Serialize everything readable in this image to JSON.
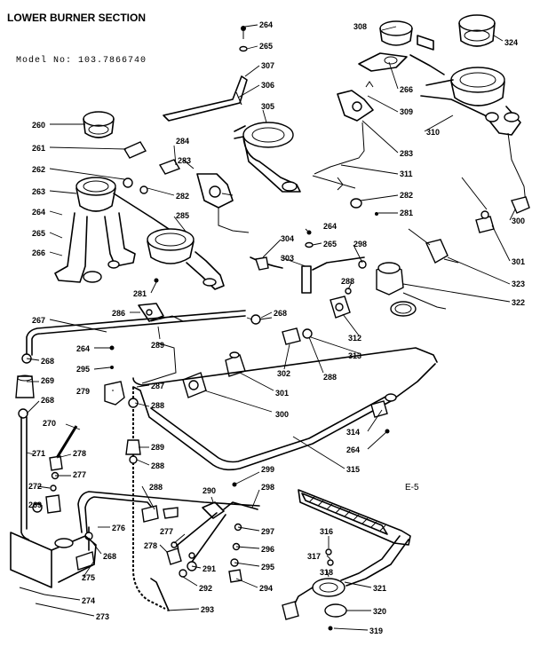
{
  "header": {
    "title": "LOWER BURNER SECTION",
    "model": "Model No: 103.7866740"
  },
  "page_code": "E-5",
  "callouts": [
    {
      "id": "c264a",
      "text": "264"
    },
    {
      "id": "c265a",
      "text": "265"
    },
    {
      "id": "c307",
      "text": "307"
    },
    {
      "id": "c306",
      "text": "306"
    },
    {
      "id": "c305",
      "text": "305"
    },
    {
      "id": "c308",
      "text": "308"
    },
    {
      "id": "c324",
      "text": "324"
    },
    {
      "id": "c266a",
      "text": "266"
    },
    {
      "id": "c309",
      "text": "309"
    },
    {
      "id": "c310",
      "text": "310"
    },
    {
      "id": "c283a",
      "text": "283"
    },
    {
      "id": "c311",
      "text": "311"
    },
    {
      "id": "c282a",
      "text": "282"
    },
    {
      "id": "c281a",
      "text": "281"
    },
    {
      "id": "c300a",
      "text": "300"
    },
    {
      "id": "c301a",
      "text": "301"
    },
    {
      "id": "c323",
      "text": "323"
    },
    {
      "id": "c322",
      "text": "322"
    },
    {
      "id": "c260",
      "text": "260"
    },
    {
      "id": "c261",
      "text": "261"
    },
    {
      "id": "c262",
      "text": "262"
    },
    {
      "id": "c263",
      "text": "263"
    },
    {
      "id": "c264b",
      "text": "264"
    },
    {
      "id": "c265b",
      "text": "265"
    },
    {
      "id": "c266b",
      "text": "266"
    },
    {
      "id": "c282b",
      "text": "282"
    },
    {
      "id": "c283b",
      "text": "283"
    },
    {
      "id": "c284",
      "text": "284"
    },
    {
      "id": "c285",
      "text": "285"
    },
    {
      "id": "c264c",
      "text": "264"
    },
    {
      "id": "c265c",
      "text": "265"
    },
    {
      "id": "c304",
      "text": "304"
    },
    {
      "id": "c303",
      "text": "303"
    },
    {
      "id": "c298a",
      "text": "298"
    },
    {
      "id": "c288a",
      "text": "288"
    },
    {
      "id": "c281b",
      "text": "281"
    },
    {
      "id": "c286",
      "text": "286"
    },
    {
      "id": "c267",
      "text": "267"
    },
    {
      "id": "c289a",
      "text": "289"
    },
    {
      "id": "c268a",
      "text": "268"
    },
    {
      "id": "c312",
      "text": "312"
    },
    {
      "id": "c313",
      "text": "313"
    },
    {
      "id": "c288b",
      "text": "288"
    },
    {
      "id": "c302",
      "text": "302"
    },
    {
      "id": "c301b",
      "text": "301"
    },
    {
      "id": "c300b",
      "text": "300"
    },
    {
      "id": "c264d",
      "text": "264"
    },
    {
      "id": "c268b",
      "text": "268"
    },
    {
      "id": "c295",
      "text": "295"
    },
    {
      "id": "c269",
      "text": "269"
    },
    {
      "id": "c279",
      "text": "279"
    },
    {
      "id": "c287",
      "text": "287"
    },
    {
      "id": "c268c",
      "text": "268"
    },
    {
      "id": "c288c",
      "text": "288"
    },
    {
      "id": "c270",
      "text": "270"
    },
    {
      "id": "c289b",
      "text": "289"
    },
    {
      "id": "c288d",
      "text": "288"
    },
    {
      "id": "c314",
      "text": "314"
    },
    {
      "id": "c264e",
      "text": "264"
    },
    {
      "id": "c315",
      "text": "315"
    },
    {
      "id": "c271",
      "text": "271"
    },
    {
      "id": "c278a",
      "text": "278"
    },
    {
      "id": "c277a",
      "text": "277"
    },
    {
      "id": "c272",
      "text": "272"
    },
    {
      "id": "c269b",
      "text": "269"
    },
    {
      "id": "c299",
      "text": "299"
    },
    {
      "id": "c288e",
      "text": "288"
    },
    {
      "id": "c290",
      "text": "290"
    },
    {
      "id": "c298b",
      "text": "298"
    },
    {
      "id": "c276",
      "text": "276"
    },
    {
      "id": "c268d",
      "text": "268"
    },
    {
      "id": "c297",
      "text": "297"
    },
    {
      "id": "c277b",
      "text": "277"
    },
    {
      "id": "c278b",
      "text": "278"
    },
    {
      "id": "c296",
      "text": "296"
    },
    {
      "id": "c291",
      "text": "291"
    },
    {
      "id": "c295b",
      "text": "295"
    },
    {
      "id": "c292",
      "text": "292"
    },
    {
      "id": "c294",
      "text": "294"
    },
    {
      "id": "c293",
      "text": "293"
    },
    {
      "id": "c316",
      "text": "316"
    },
    {
      "id": "c317",
      "text": "317"
    },
    {
      "id": "c318",
      "text": "318"
    },
    {
      "id": "c321",
      "text": "321"
    },
    {
      "id": "c320",
      "text": "320"
    },
    {
      "id": "c319",
      "text": "319"
    },
    {
      "id": "c275",
      "text": "275"
    },
    {
      "id": "c274",
      "text": "274"
    },
    {
      "id": "c273",
      "text": "273"
    }
  ]
}
